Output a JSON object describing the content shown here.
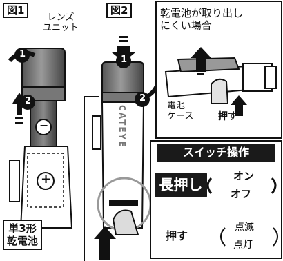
{
  "figures": {
    "fig1": {
      "tag": "図1",
      "lens_label": "レンズ\nユニット",
      "step1": "1",
      "step2": "2",
      "minus": "−",
      "plus": "+",
      "battery": "単3形\n乾電池"
    },
    "fig2": {
      "tag": "図2",
      "step1": "1",
      "step2": "2",
      "brand": "CATEYE"
    }
  },
  "hard_removal": {
    "title": "乾電池が取り出し\nにくい場合",
    "case_label": "電池\nケース",
    "push": "押す"
  },
  "switch_panel": {
    "heading": "スイッチ操作",
    "long_press": "長押し",
    "long_press_modes": [
      "オン",
      "オフ"
    ],
    "press": "押す",
    "press_modes": [
      "点滅",
      "点灯"
    ]
  }
}
